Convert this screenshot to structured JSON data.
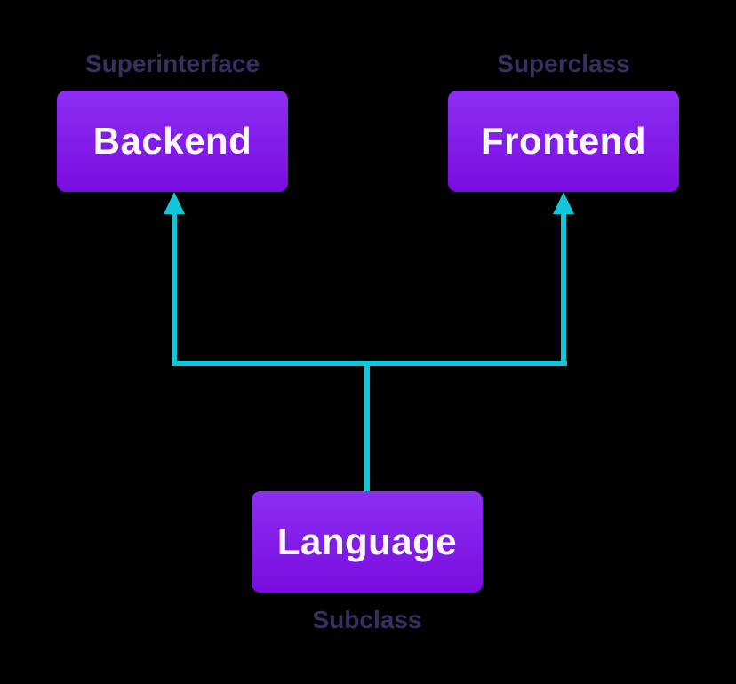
{
  "diagram": {
    "colors": {
      "background": "#000000",
      "edge": "#12C6DA",
      "node_gradient_top": "#8C2EF3",
      "node_gradient_bottom": "#7A0CDF",
      "node_text": "#FAF8FF",
      "annotation_text": "#34315F"
    },
    "nodes": {
      "backend": {
        "label": "Backend",
        "annotation": "Superinterface",
        "annotation_position": "above"
      },
      "frontend": {
        "label": "Frontend",
        "annotation": "Superclass",
        "annotation_position": "above"
      },
      "language": {
        "label": "Language",
        "annotation": "Subclass",
        "annotation_position": "below"
      }
    },
    "edges": [
      {
        "from": "language",
        "to": "backend",
        "type": "inheritance-arrow"
      },
      {
        "from": "language",
        "to": "frontend",
        "type": "inheritance-arrow"
      }
    ]
  }
}
